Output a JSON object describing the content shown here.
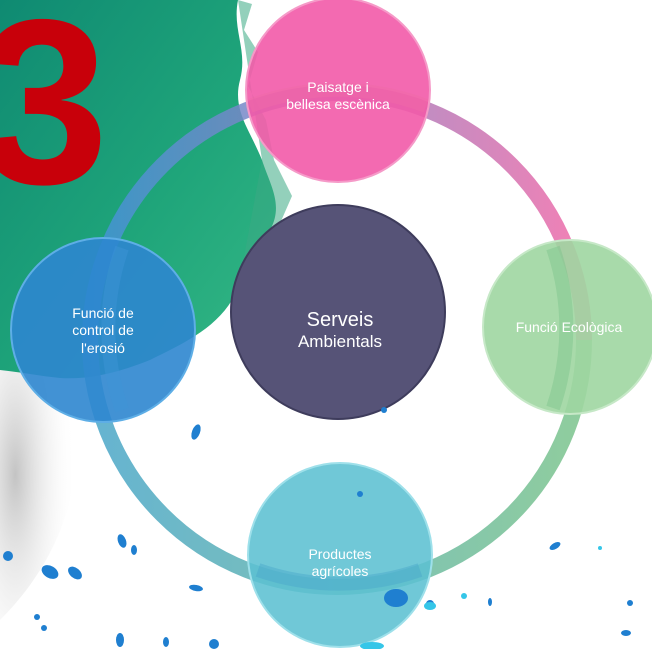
{
  "decor": {
    "big_digit": "3"
  },
  "colors": {
    "center": "#565377",
    "top": "#f25aa8",
    "right": "#9fd6a1",
    "bottom": "#5cc0d1",
    "left": "#2e86cf",
    "ring": "#5aaad8",
    "digit": "#c8000a",
    "paint": "#1a9a72"
  },
  "center": {
    "line1": "Serveis",
    "line2": "Ambientals"
  },
  "nodes": {
    "top": "Paisatge i\nbellesa escènica",
    "right": "Funció Ecològica",
    "bottom": "Productes\nagrícoles",
    "left": "Funció de\ncontrol de\nl'erosió"
  }
}
